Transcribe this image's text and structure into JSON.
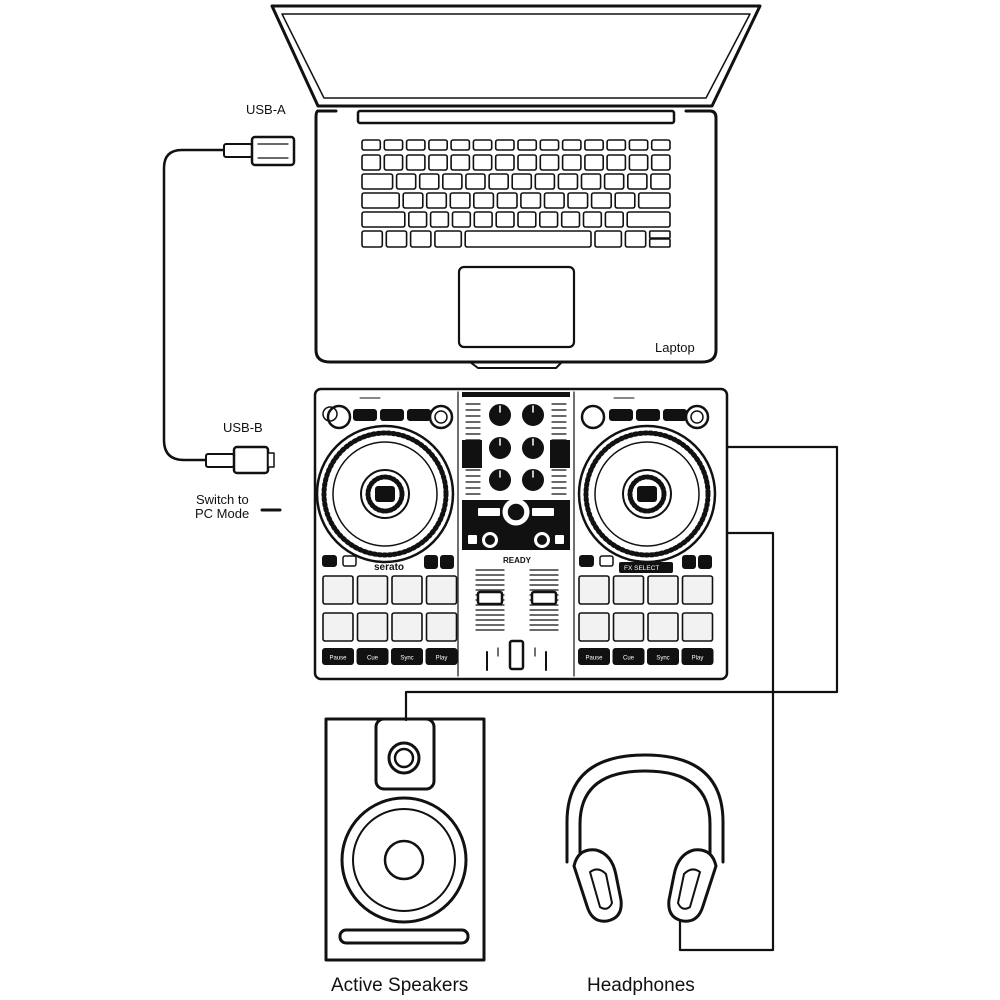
{
  "labels": {
    "usb_a": "USB-A",
    "usb_b": "USB-B",
    "switch_mode_line1": "Switch to",
    "switch_mode_line2": "PC Mode",
    "laptop": "Laptop",
    "speakers": "Active Speakers",
    "headphones": "Headphones"
  },
  "controller": {
    "brand": "serato",
    "status": "READY",
    "fx_select_label": "FX SELECT",
    "transport_left": [
      "Pause",
      "Cue",
      "Sync",
      "Play"
    ],
    "transport_right": [
      "Pause",
      "Cue",
      "Sync",
      "Play"
    ]
  },
  "colors": {
    "stroke": "#111111",
    "background": "#ffffff",
    "panel": "#f2f2f2"
  }
}
